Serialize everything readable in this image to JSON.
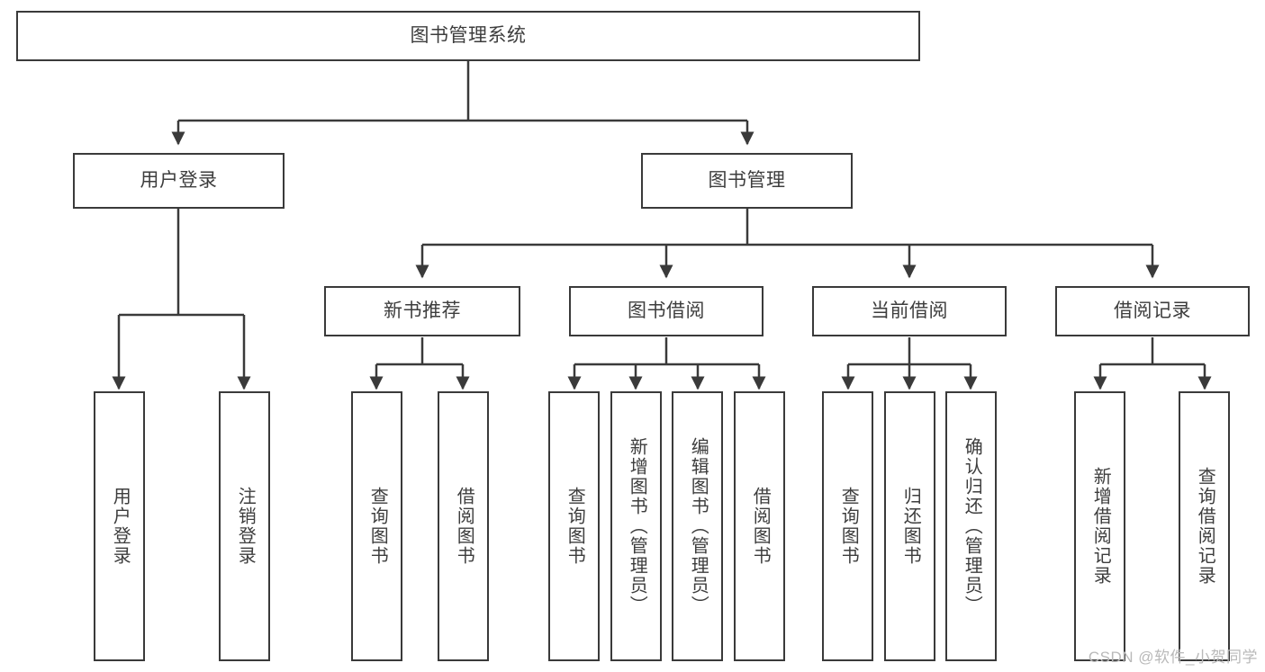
{
  "diagram": {
    "title": "图书管理系统",
    "type": "tree",
    "levels": {
      "root": {
        "label": "图书管理系统"
      },
      "level2": [
        {
          "id": "user-login",
          "label": "用户登录"
        },
        {
          "id": "book-manage",
          "label": "图书管理"
        }
      ],
      "level3": [
        {
          "id": "new-book-rec",
          "label": "新书推荐",
          "parent": "book-manage"
        },
        {
          "id": "book-borrow",
          "label": "图书借阅",
          "parent": "book-manage"
        },
        {
          "id": "current-borrow",
          "label": "当前借阅",
          "parent": "book-manage"
        },
        {
          "id": "borrow-record",
          "label": "借阅记录",
          "parent": "book-manage"
        }
      ],
      "leaves": [
        {
          "id": "leaf-user-login",
          "label": "用户登录",
          "parent": "user-login"
        },
        {
          "id": "leaf-logout",
          "label": "注销登录",
          "parent": "user-login"
        },
        {
          "id": "leaf-query-book-1",
          "label": "查询图书",
          "parent": "new-book-rec"
        },
        {
          "id": "leaf-borrow-book-1",
          "label": "借阅图书",
          "parent": "new-book-rec"
        },
        {
          "id": "leaf-query-book-2",
          "label": "查询图书",
          "parent": "book-borrow"
        },
        {
          "id": "leaf-add-book",
          "label": "新增图书（管理员）",
          "parent": "book-borrow"
        },
        {
          "id": "leaf-edit-book",
          "label": "编辑图书（管理员）",
          "parent": "book-borrow"
        },
        {
          "id": "leaf-borrow-book-2",
          "label": "借阅图书",
          "parent": "book-borrow"
        },
        {
          "id": "leaf-query-book-3",
          "label": "查询图书",
          "parent": "current-borrow"
        },
        {
          "id": "leaf-return-book",
          "label": "归还图书",
          "parent": "current-borrow"
        },
        {
          "id": "leaf-confirm-return",
          "label": "确认归还（管理员）",
          "parent": "current-borrow"
        },
        {
          "id": "leaf-add-record",
          "label": "新增借阅记录",
          "parent": "borrow-record"
        },
        {
          "id": "leaf-query-record",
          "label": "查询借阅记录",
          "parent": "borrow-record"
        }
      ]
    },
    "colors": {
      "stroke": "#3a3a3a",
      "text": "#3d3d3d",
      "background": "#ffffff",
      "watermark": "#b9b9b9"
    }
  },
  "watermark": {
    "text": "CSDN @软件_小贺同学"
  }
}
